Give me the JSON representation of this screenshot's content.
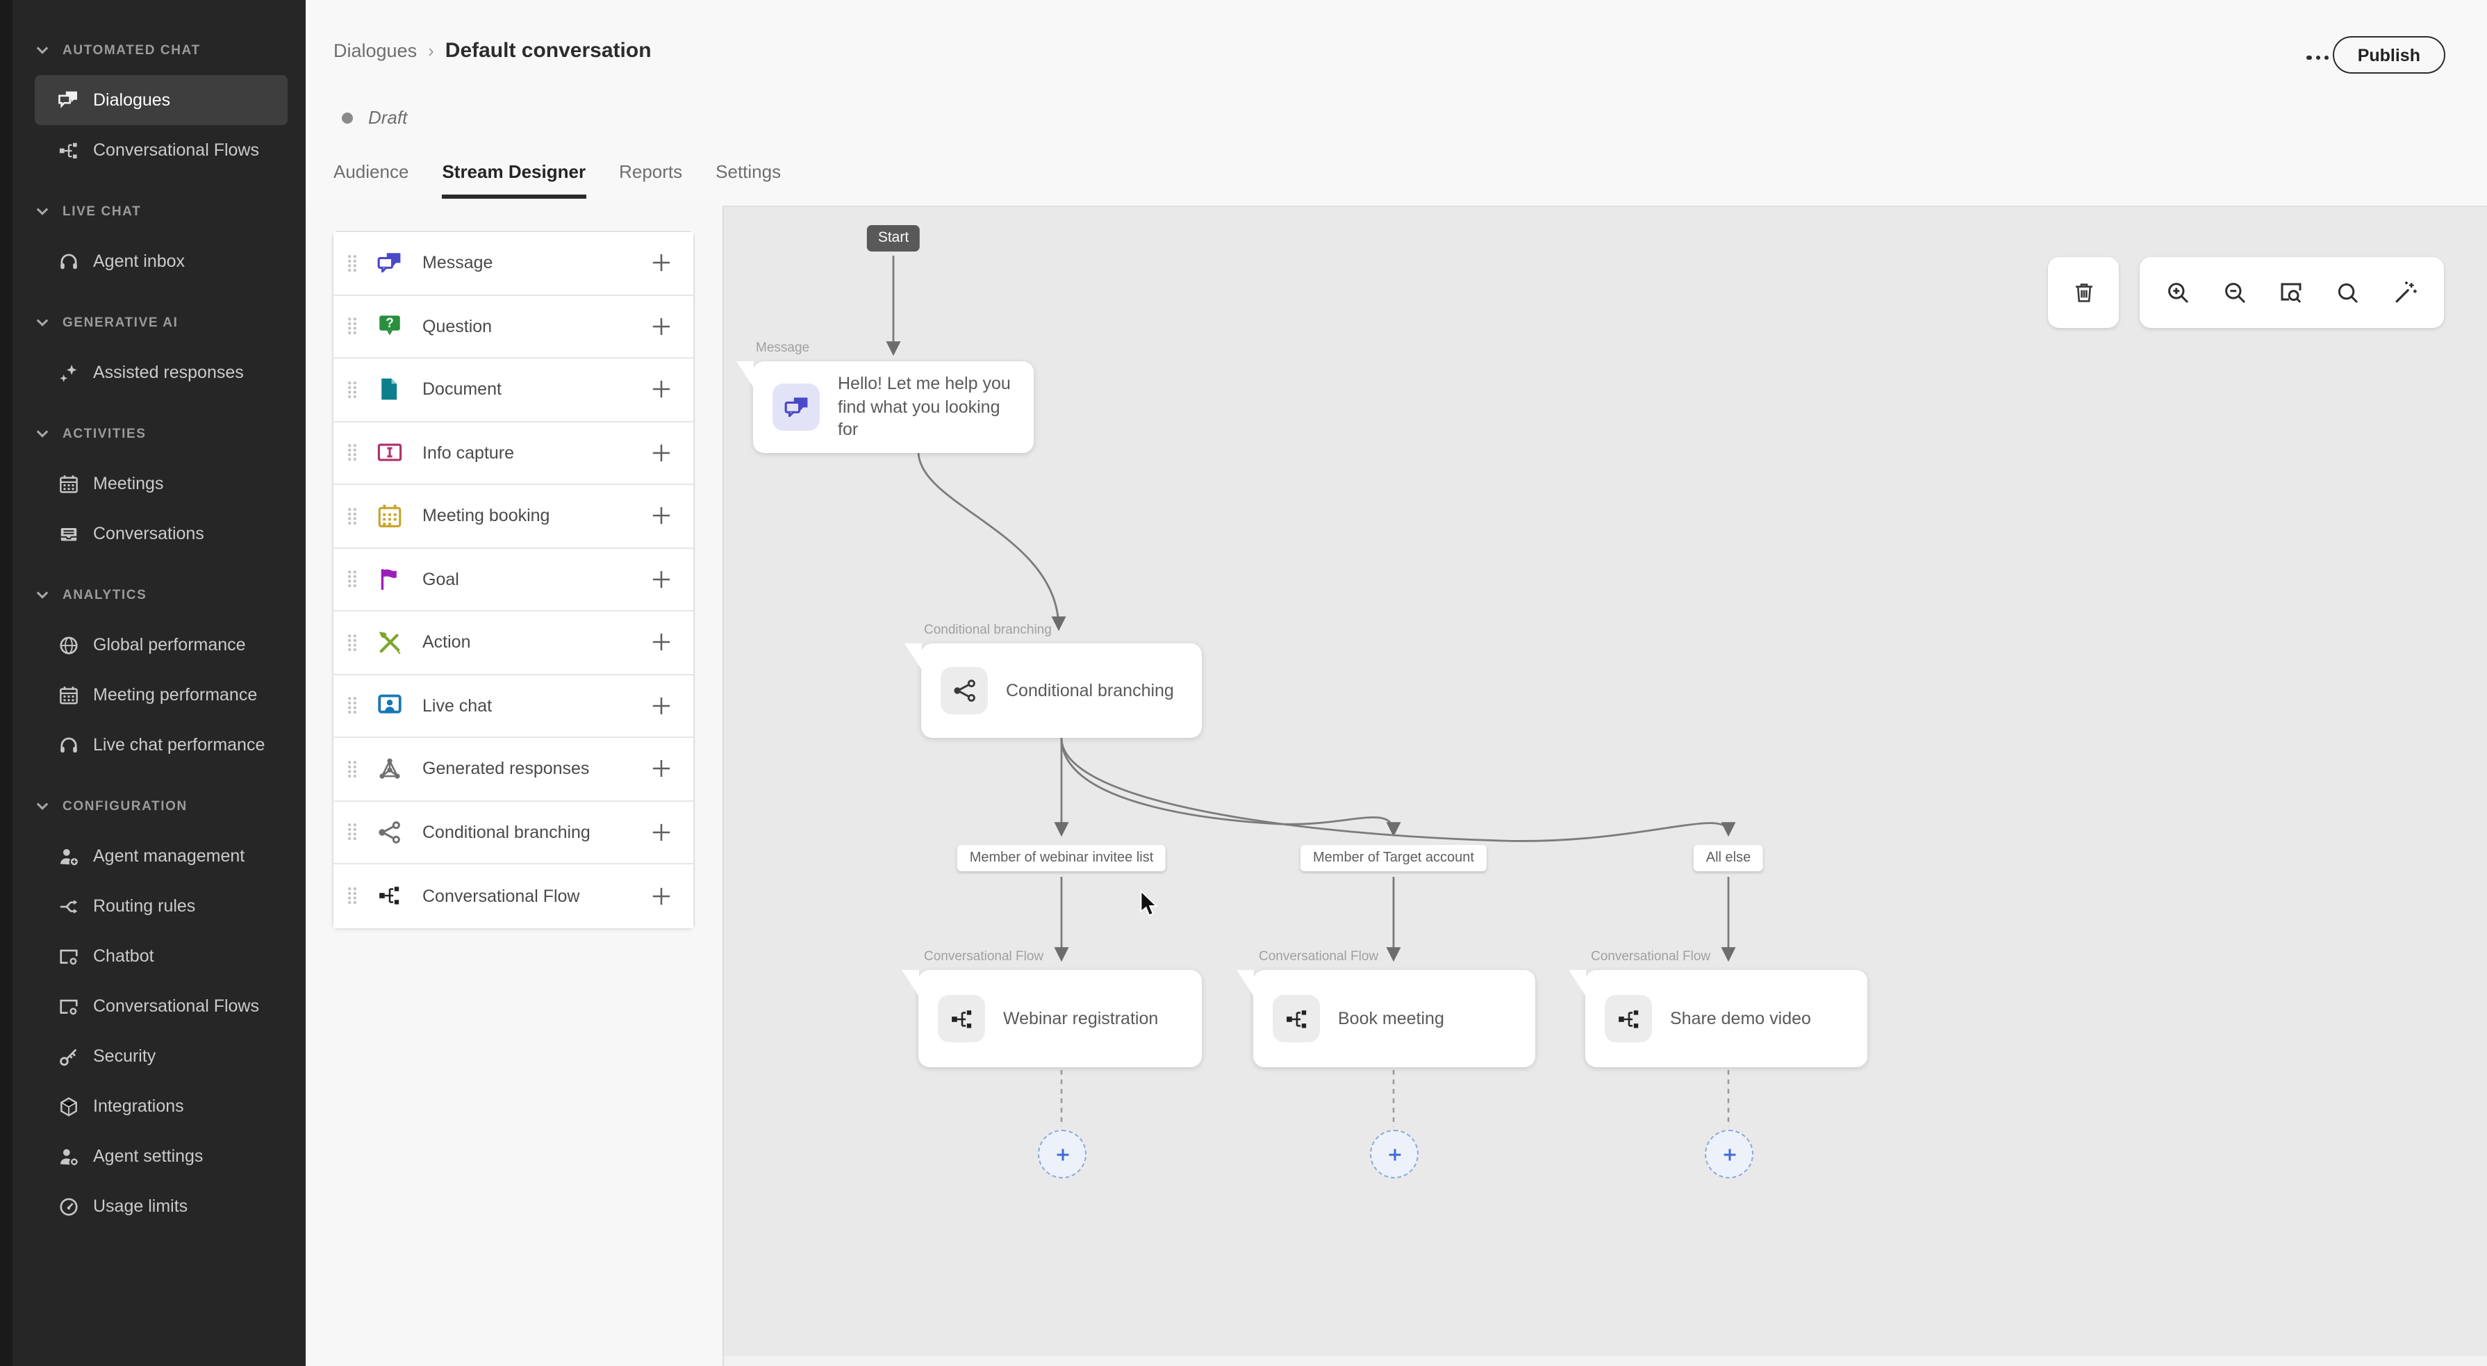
{
  "sidebar": {
    "sections": [
      {
        "label": "AUTOMATED CHAT",
        "items": [
          {
            "label": "Dialogues",
            "icon": "chat-bubbles-icon",
            "selected": true
          },
          {
            "label": "Conversational Flows",
            "icon": "flow-icon",
            "selected": false
          }
        ]
      },
      {
        "label": "LIVE CHAT",
        "items": [
          {
            "label": "Agent inbox",
            "icon": "headset-icon",
            "selected": false
          }
        ]
      },
      {
        "label": "GENERATIVE AI",
        "items": [
          {
            "label": "Assisted responses",
            "icon": "sparkles-icon",
            "selected": false
          }
        ]
      },
      {
        "label": "ACTIVITIES",
        "items": [
          {
            "label": "Meetings",
            "icon": "calendar-icon",
            "selected": false
          },
          {
            "label": "Conversations",
            "icon": "tray-icon",
            "selected": false
          }
        ]
      },
      {
        "label": "ANALYTICS",
        "items": [
          {
            "label": "Global performance",
            "icon": "globe-icon",
            "selected": false
          },
          {
            "label": "Meeting performance",
            "icon": "calendar-icon",
            "selected": false
          },
          {
            "label": "Live chat performance",
            "icon": "headset-icon",
            "selected": false
          }
        ]
      },
      {
        "label": "CONFIGURATION",
        "items": [
          {
            "label": "Agent management",
            "icon": "user-add-icon",
            "selected": false
          },
          {
            "label": "Routing rules",
            "icon": "routing-icon",
            "selected": false
          },
          {
            "label": "Chatbot",
            "icon": "window-gear-icon",
            "selected": false
          },
          {
            "label": "Conversational Flows",
            "icon": "window-gear-icon",
            "selected": false
          },
          {
            "label": "Security",
            "icon": "key-icon",
            "selected": false
          },
          {
            "label": "Integrations",
            "icon": "cube-icon",
            "selected": false
          },
          {
            "label": "Agent settings",
            "icon": "user-gear-icon",
            "selected": false
          },
          {
            "label": "Usage limits",
            "icon": "gauge-icon",
            "selected": false
          }
        ]
      }
    ]
  },
  "header": {
    "breadcrumb": {
      "root": "Dialogues",
      "separator": "›",
      "current": "Default conversation"
    },
    "status": "Draft",
    "overflow_menu_icon": "ellipsis-icon",
    "publish_label": "Publish",
    "tabs": [
      {
        "label": "Audience",
        "active": false
      },
      {
        "label": "Stream Designer",
        "active": true
      },
      {
        "label": "Reports",
        "active": false
      },
      {
        "label": "Settings",
        "active": false
      }
    ]
  },
  "palette": {
    "items": [
      {
        "label": "Message",
        "icon": "message-icon"
      },
      {
        "label": "Question",
        "icon": "question-icon"
      },
      {
        "label": "Document",
        "icon": "document-icon"
      },
      {
        "label": "Info capture",
        "icon": "info-capture-icon"
      },
      {
        "label": "Meeting booking",
        "icon": "meeting-booking-icon"
      },
      {
        "label": "Goal",
        "icon": "goal-icon"
      },
      {
        "label": "Action",
        "icon": "action-icon"
      },
      {
        "label": "Live chat",
        "icon": "live-chat-icon"
      },
      {
        "label": "Generated responses",
        "icon": "generated-responses-icon"
      },
      {
        "label": "Conditional branching",
        "icon": "conditional-branching-icon"
      },
      {
        "label": "Conversational Flow",
        "icon": "conversational-flow-icon"
      }
    ]
  },
  "canvas": {
    "start_label": "Start",
    "message_node": {
      "type_label": "Message",
      "text": "Hello! Let me help you find what you looking for",
      "icon": "message-icon"
    },
    "branching_node": {
      "type_label": "Conditional branching",
      "title": "Conditional branching",
      "icon": "conditional-branching-icon"
    },
    "branch_labels": [
      "Member of webinar invitee list",
      "Member of Target account",
      "All else"
    ],
    "flow_nodes": [
      {
        "type_label": "Conversational Flow",
        "title": "Webinar registration",
        "icon": "conversational-flow-icon"
      },
      {
        "type_label": "Conversational Flow",
        "title": "Book meeting",
        "icon": "conversational-flow-icon"
      },
      {
        "type_label": "Conversational Flow",
        "title": "Share demo video",
        "icon": "conversational-flow-icon"
      }
    ],
    "add_node_icon": "plus-icon",
    "toolbar_icons": [
      "trash-icon",
      "zoom-in-icon",
      "zoom-out-icon",
      "zoom-to-selection-icon",
      "search-icon",
      "magic-wand-icon"
    ]
  },
  "colors": {
    "accent_indigo": "#4a49c8",
    "question_green": "#2a8f3c",
    "document_teal": "#0c7f8d",
    "info_pink": "#b0306b",
    "meeting_yellow": "#c7a52c",
    "goal_purple": "#9a1fb8",
    "action_olive": "#7ea62a",
    "livechat_blue": "#1677b8",
    "canvas_bg": "#e9e9e9",
    "sidebar_bg": "#262626"
  }
}
